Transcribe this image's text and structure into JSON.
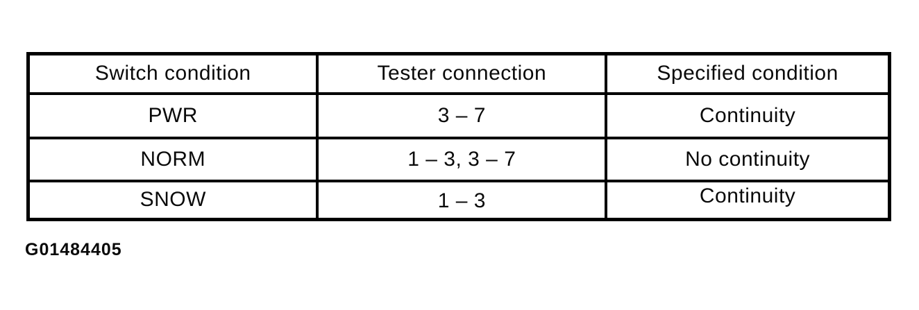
{
  "colors": {
    "ink": "#000000",
    "background": "#ffffff"
  },
  "table": {
    "columns": [
      "Switch condition",
      "Tester connection",
      "Specified condition"
    ],
    "rows": [
      {
        "switch_condition": "PWR",
        "tester_connection": "3 – 7",
        "specified_condition": "Continuity"
      },
      {
        "switch_condition": "NORM",
        "tester_connection": "1 – 3, 3 – 7",
        "specified_condition": "No continuity"
      },
      {
        "switch_condition": "SNOW",
        "tester_connection": "1 – 3",
        "specified_condition": "Continuity"
      }
    ]
  },
  "figure_id": "G01484405"
}
